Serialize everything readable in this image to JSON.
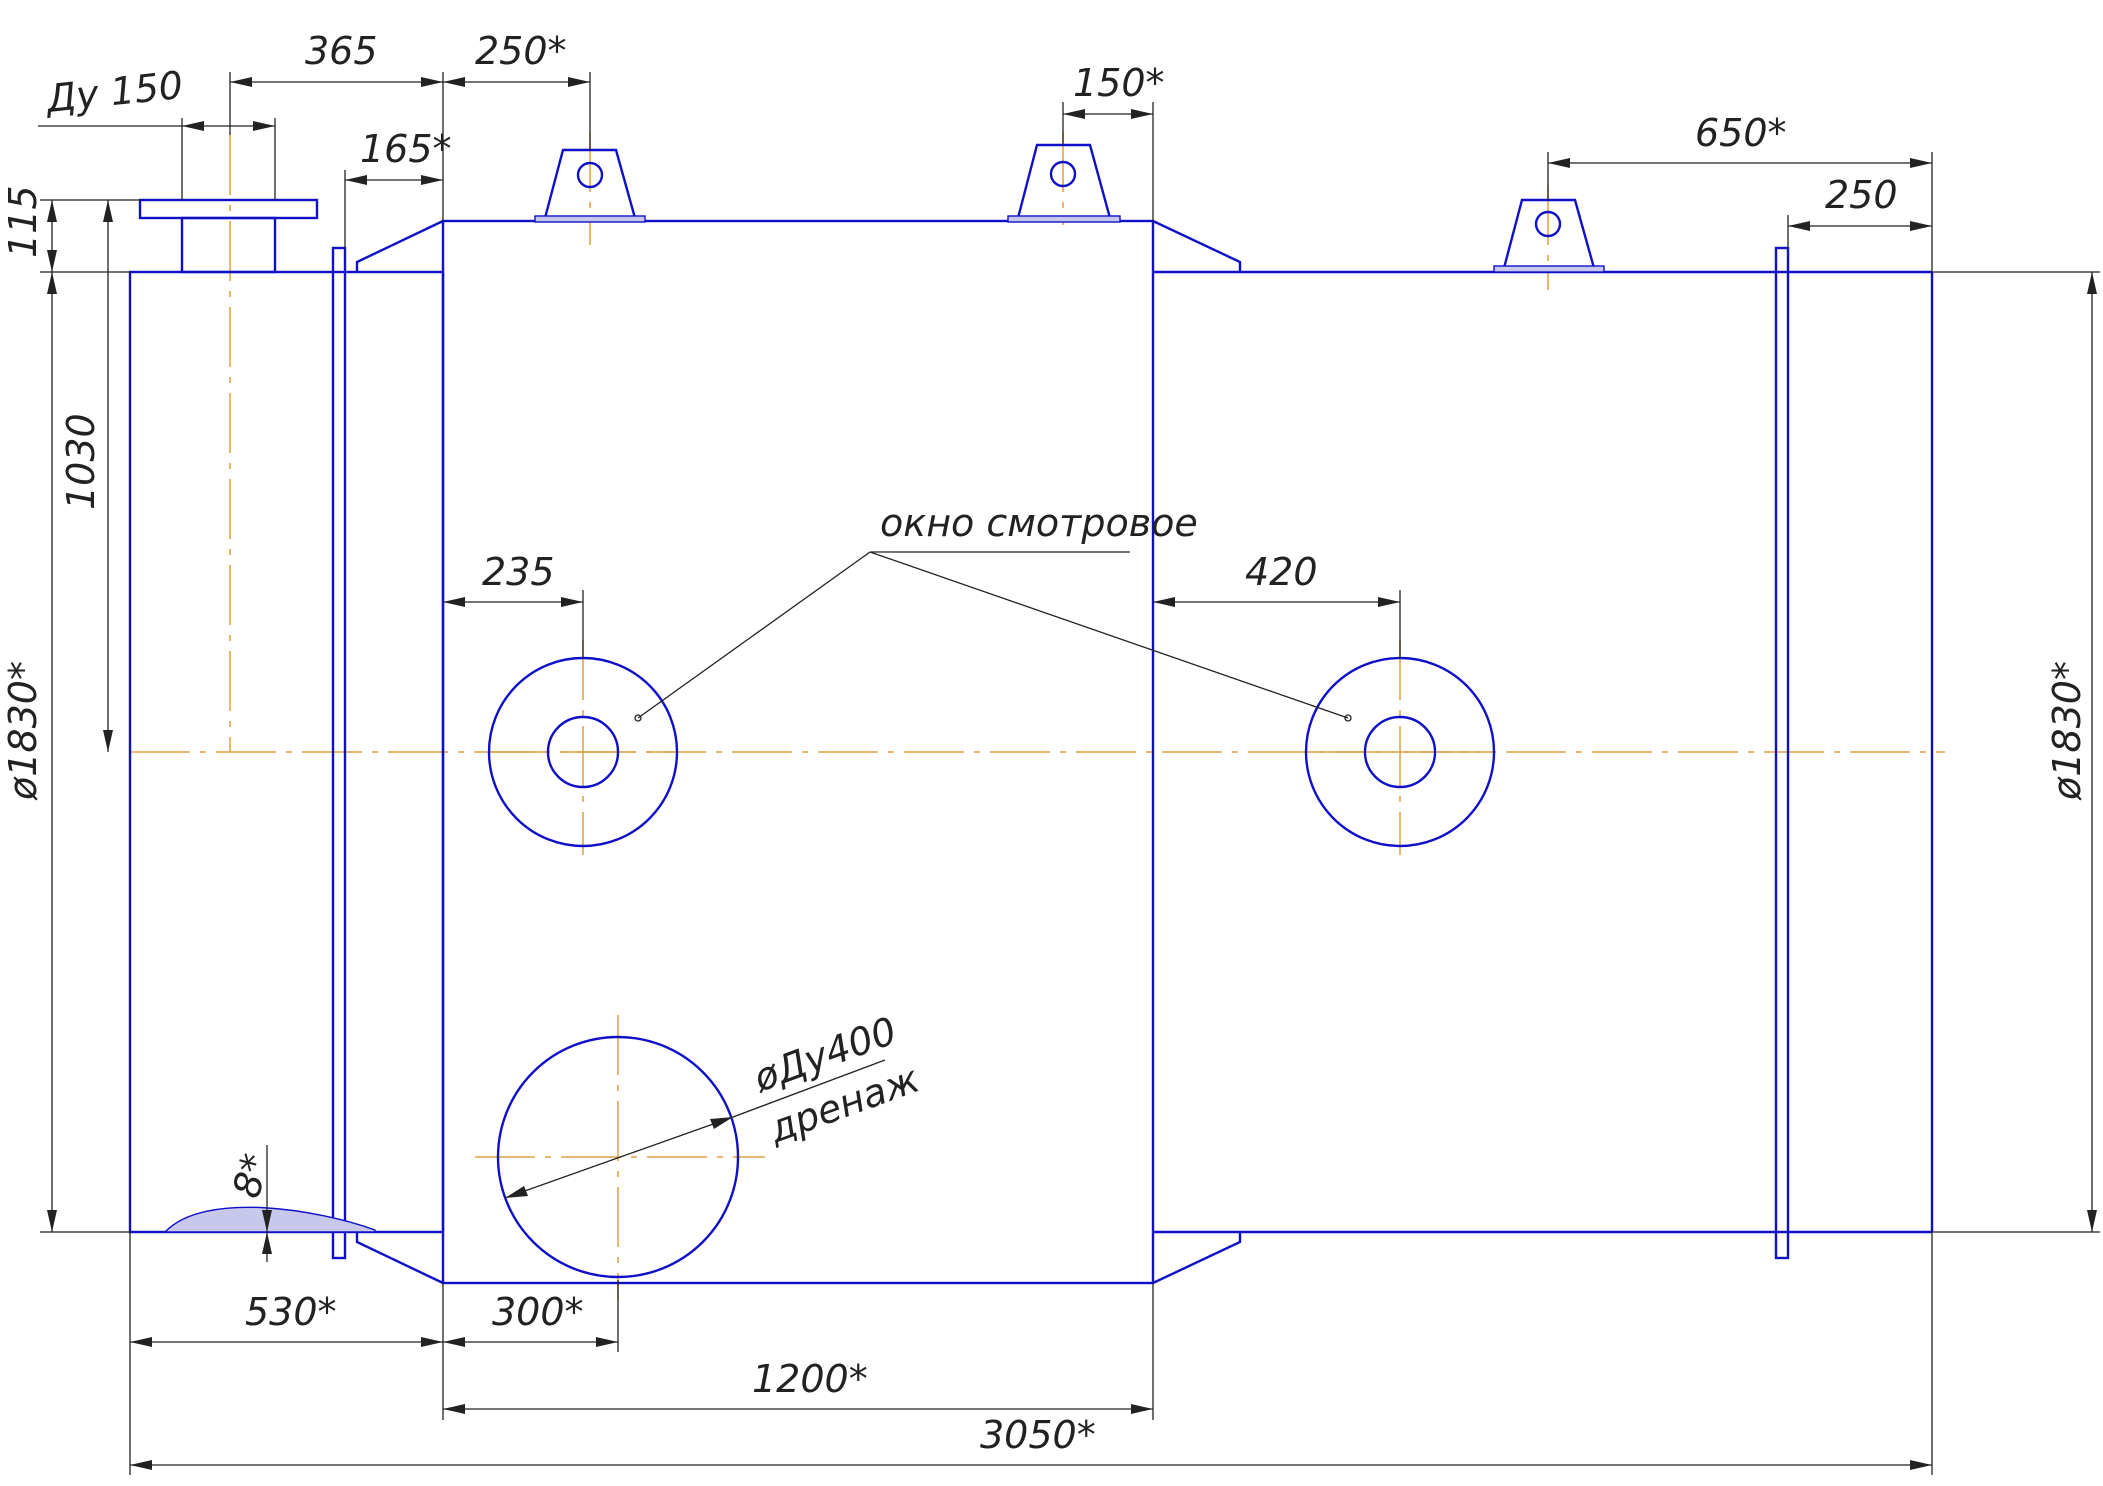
{
  "colors": {
    "part": "#1010c8",
    "dimension": "#222222",
    "axis": "#e0a040"
  },
  "dimensions": {
    "nozzle_label": "Ду 150",
    "d365": "365",
    "d250_top": "250*",
    "d150_top": "150*",
    "d165": "165*",
    "d650": "650*",
    "d250_right": "250",
    "d115": "115",
    "d1030": "1030",
    "dia_left": "ø1830*",
    "dia_right": "ø1830*",
    "d235": "235",
    "d420": "420",
    "d8": "8*",
    "d530": "530*",
    "d300": "300*",
    "d1200": "1200*",
    "d3050": "3050*"
  },
  "annotations": {
    "window": "окно смотровое",
    "drain_size": "øДу400",
    "drain_name": "дренаж"
  }
}
